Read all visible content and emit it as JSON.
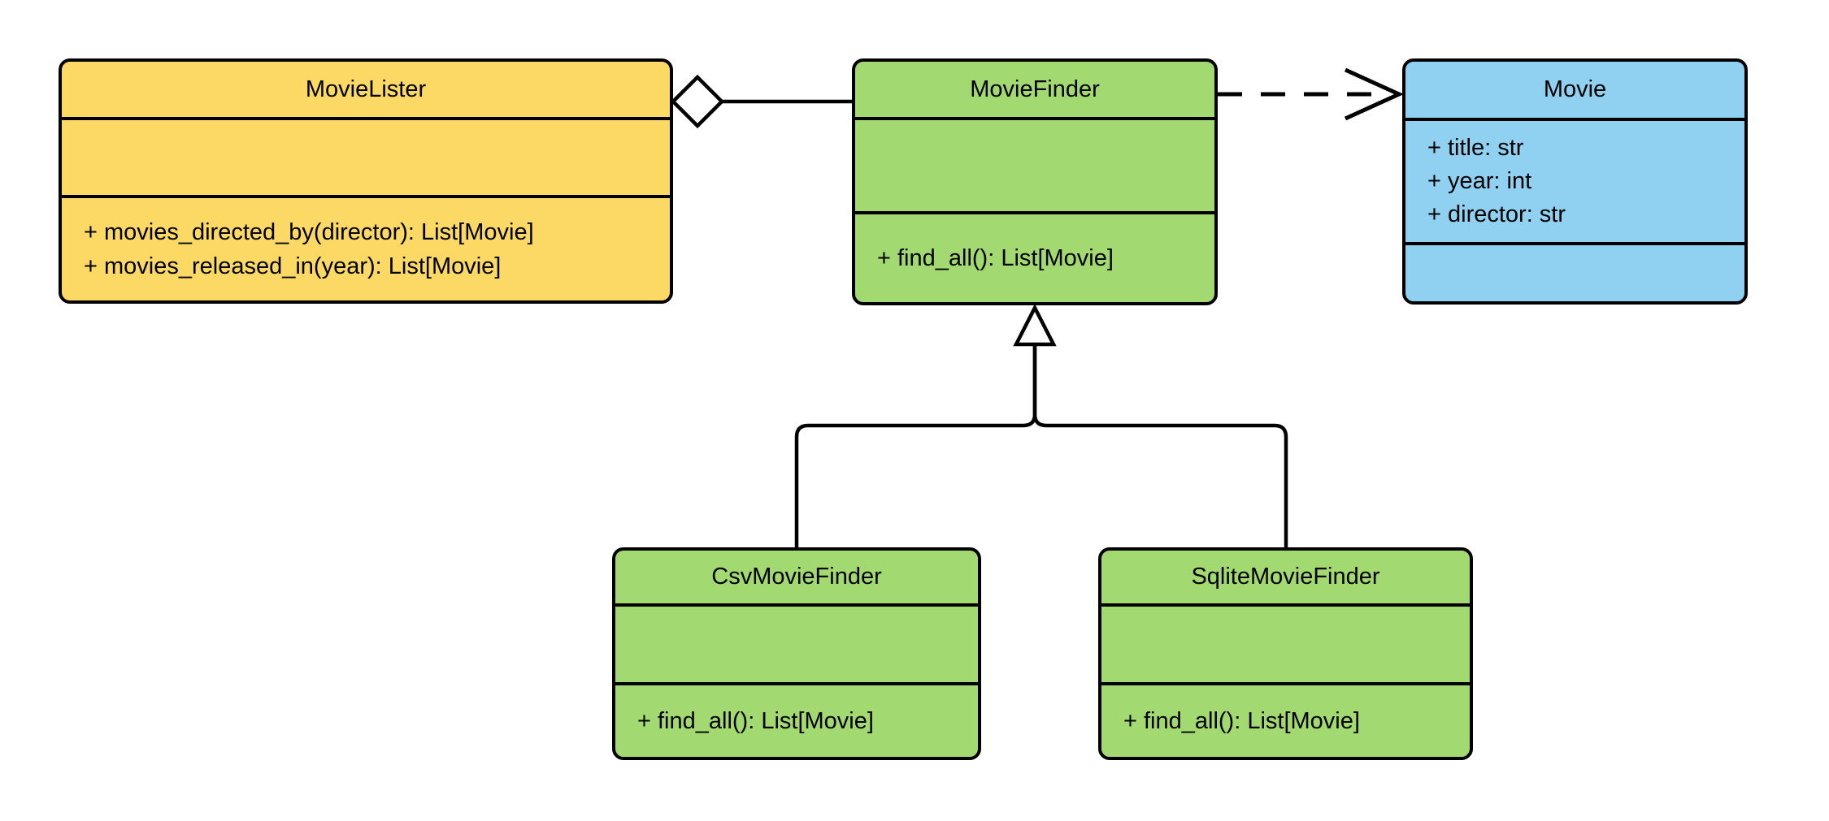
{
  "canvas": {
    "background": "#ffffff",
    "line_color": "#000000"
  },
  "classes": {
    "movie_lister": {
      "name": "MovieLister",
      "fill": "#FCD964",
      "attributes": [],
      "methods": [
        "+ movies_directed_by(director): List[Movie]",
        "+ movies_released_in(year): List[Movie]"
      ]
    },
    "movie_finder": {
      "name": "MovieFinder",
      "fill": "#A2D971",
      "attributes": [],
      "methods": [
        "+ find_all(): List[Movie]"
      ]
    },
    "movie": {
      "name": "Movie",
      "fill": "#90D1F1",
      "attributes": [
        "+ title: str",
        "+ year: int",
        "+ director: str"
      ],
      "methods": []
    },
    "csv_movie_finder": {
      "name": "CsvMovieFinder",
      "fill": "#A2D971",
      "attributes": [],
      "methods": [
        "+ find_all(): List[Movie]"
      ]
    },
    "sqlite_movie_finder": {
      "name": "SqliteMovieFinder",
      "fill": "#A2D971",
      "attributes": [],
      "methods": [
        "+ find_all(): List[Movie]"
      ]
    }
  },
  "relationships": [
    {
      "from": "MovieLister",
      "to": "MovieFinder",
      "type": "aggregation",
      "marker": "hollow-diamond",
      "line": "solid"
    },
    {
      "from": "MovieFinder",
      "to": "Movie",
      "type": "dependency",
      "marker": "open-arrow",
      "line": "dashed"
    },
    {
      "from": "CsvMovieFinder",
      "to": "MovieFinder",
      "type": "inheritance",
      "marker": "hollow-triangle",
      "line": "solid"
    },
    {
      "from": "SqliteMovieFinder",
      "to": "MovieFinder",
      "type": "inheritance",
      "marker": "hollow-triangle",
      "line": "solid"
    }
  ]
}
